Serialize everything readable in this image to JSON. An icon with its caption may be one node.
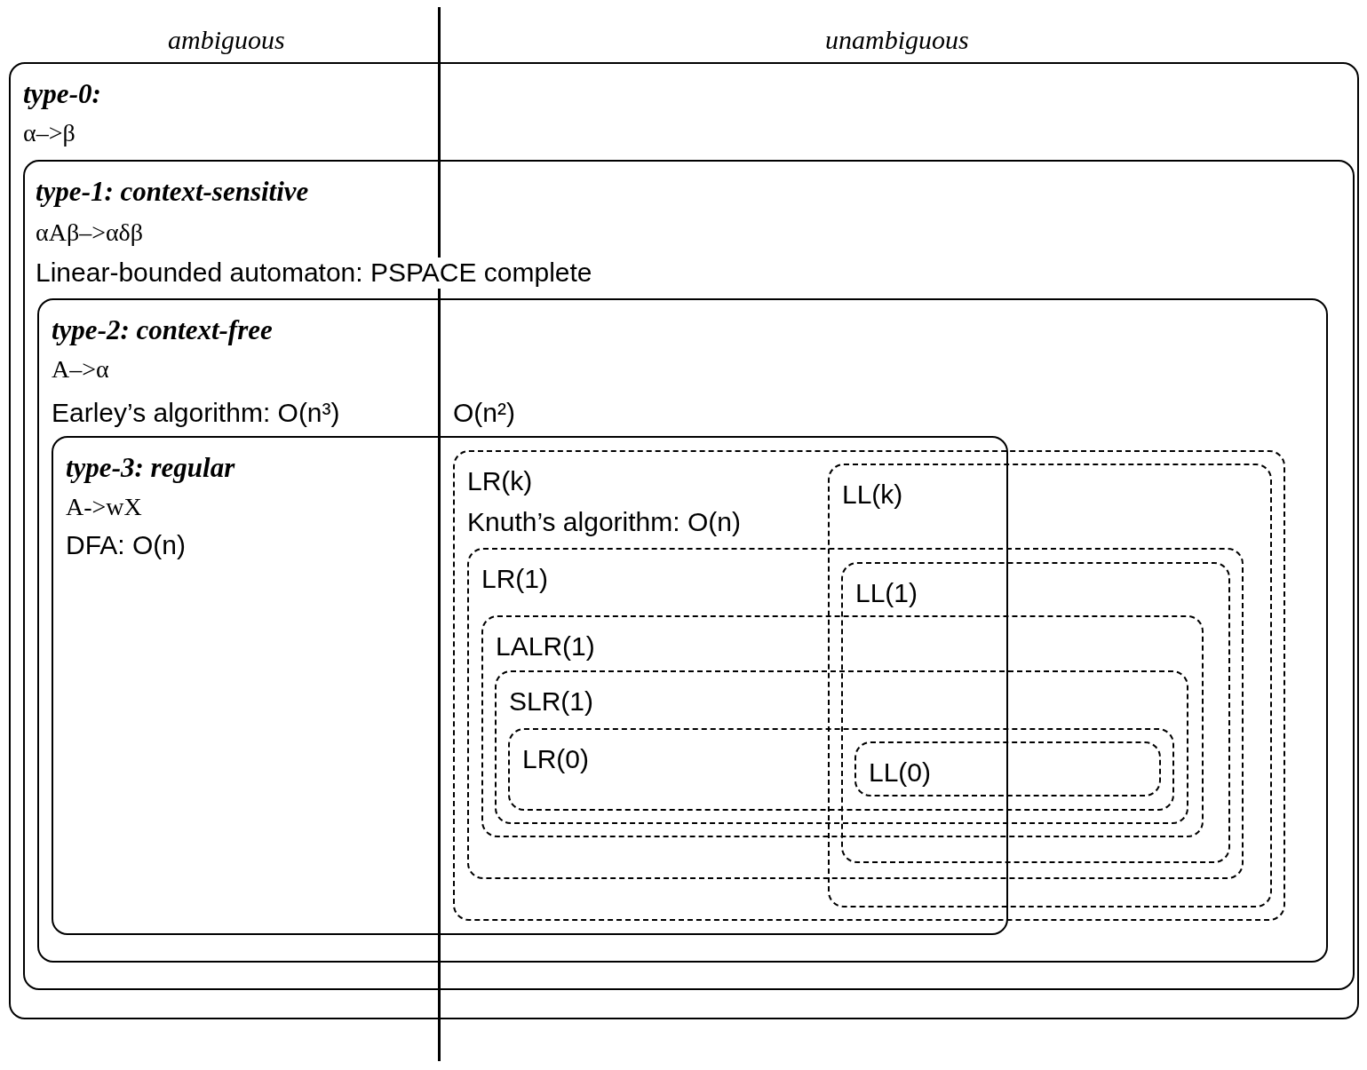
{
  "diagram": {
    "nodes": [
      {
        "text": [
          "type-0:",
          "α–>β"
        ]
      },
      {
        "text": [
          "type-1: context-sensitive",
          "αAβ–>αδβ",
          "Linear-bounded automaton: PSPACE complete"
        ],
        "in": 0
      },
      {
        "text": [
          "type-2: context-free",
          "A–>α",
          "Earley’s algorithm: O(n³)",
          "O(n²)"
        ],
        "in": 1
      },
      {
        "text": [
          "type-3: regular",
          "A->wX",
          "DFA: O(n)"
        ],
        "in": 2
      },
      {
        "text": [
          "LR(k)",
          "Knuth’s algorithm: O(n)"
        ],
        "in": 2
      },
      {
        "text": [
          "LL(k)"
        ],
        "in": 4
      },
      {
        "text": [
          "LR(1)"
        ],
        "in": 4
      },
      {
        "text": [
          "LL(1)"
        ]
      },
      {
        "text": [
          "LALR(1)"
        ],
        "in": 6
      },
      {
        "text": [
          "SLR(1)"
        ],
        "in": 8
      },
      {
        "text": [
          "LR(0)"
        ],
        "in": 9
      },
      {
        "text": [
          "LL(0)"
        ]
      }
    ],
    "edges": [],
    "labels": [
      "ambiguous",
      "unambiguous"
    ]
  }
}
